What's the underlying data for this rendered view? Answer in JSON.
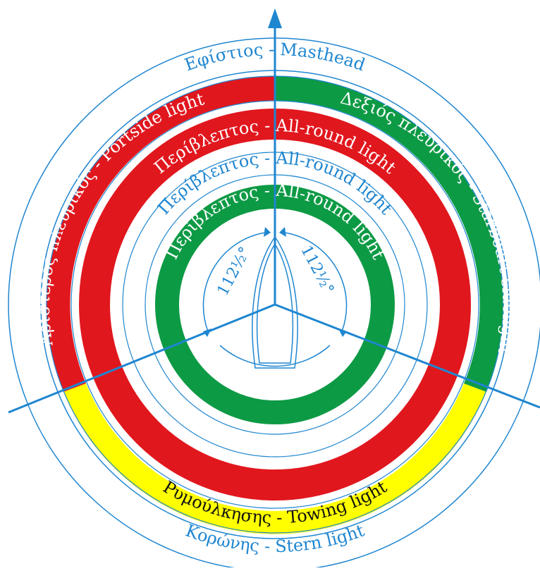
{
  "labels": {
    "masthead": "Εφίστιος - Masthead",
    "portside": "Αριστερός πλευρικός - Portside light",
    "starboard": "Δεξιός πλευρικός - Starboart sidelight",
    "allround_red_outer": "Περίβλεπτος - All-round light",
    "allround_thin": "Περίβλεπτος - All-round light",
    "allround_green_inner": "Περίβλεπτος - All-round light",
    "towing": "Ρυμούλκησης - Towing light",
    "stern": "Κορώνης - Stern light"
  },
  "angles": {
    "port_sector": "112½°",
    "starboard_sector": "112½°",
    "stern_sector": "135°"
  },
  "colors": {
    "red": "#e1171e",
    "green": "#0d9a45",
    "yellow": "#ffff00",
    "blue": "#1f86d0",
    "white": "#ffffff"
  }
}
